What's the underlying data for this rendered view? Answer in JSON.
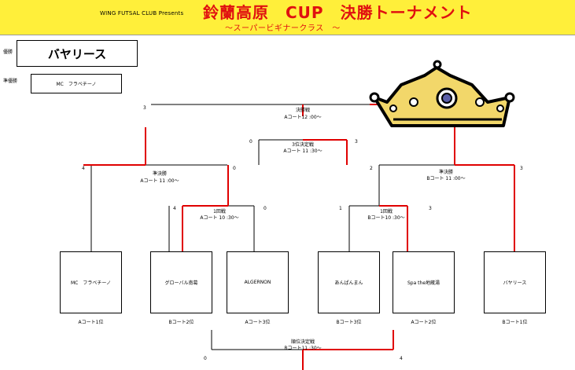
{
  "header": {
    "presents": "WING FUTSAL CLUB Presents",
    "title": "鈴蘭高原　CUP　決勝トーナメント",
    "subtitle": "～スーパービギナークラス　～"
  },
  "results": {
    "winner_label": "優勝",
    "winner": "バヤリース",
    "runner_up_label": "準優勝",
    "runner_up": "MC　フラベチーノ"
  },
  "teams": [
    {
      "name": "MC　フラベチーノ",
      "seed": "Aコート1位"
    },
    {
      "name": "グローバル南葛",
      "seed": "Bコート2位"
    },
    {
      "name": "ALGERNON",
      "seed": "Aコート3位"
    },
    {
      "name": "あんぱんまん",
      "seed": "Bコート3位"
    },
    {
      "name": "Spa the地蔵湯",
      "seed": "Aコート2位"
    },
    {
      "name": "バヤリース",
      "seed": "Bコート1位"
    }
  ],
  "matches": {
    "r1_left": {
      "title": "1回戦",
      "time": "Aコート 10 :30～",
      "score_a": "4",
      "score_b": "0"
    },
    "r1_right": {
      "title": "1回戦",
      "time": "Bコート10 :30～",
      "score_a": "1",
      "score_b": "3"
    },
    "semi_left": {
      "title": "準決勝",
      "time": "Aコート 11 :00～",
      "score_a": "4",
      "score_b": "0"
    },
    "semi_right": {
      "title": "準決勝",
      "time": "Bコート 11 :00～",
      "score_a": "2",
      "score_b": "3"
    },
    "final": {
      "title": "決勝戦",
      "time": "Aコート12 :00～",
      "score_a": "3",
      "score_b": ""
    },
    "third": {
      "title": "3位決定戦",
      "time": "Aコート 11 :30～",
      "score_a": "0",
      "score_b": "3"
    },
    "placement": {
      "title": "順位決定戦",
      "time": "Bコート11 :30～",
      "score_a": "0",
      "score_b": "4"
    }
  },
  "colors": {
    "banner": "#ffef3a",
    "title": "#e01010",
    "winner_line": "#e00000",
    "crown_gold": "#f2d76a"
  },
  "icons": {
    "crown": "crown-icon"
  }
}
